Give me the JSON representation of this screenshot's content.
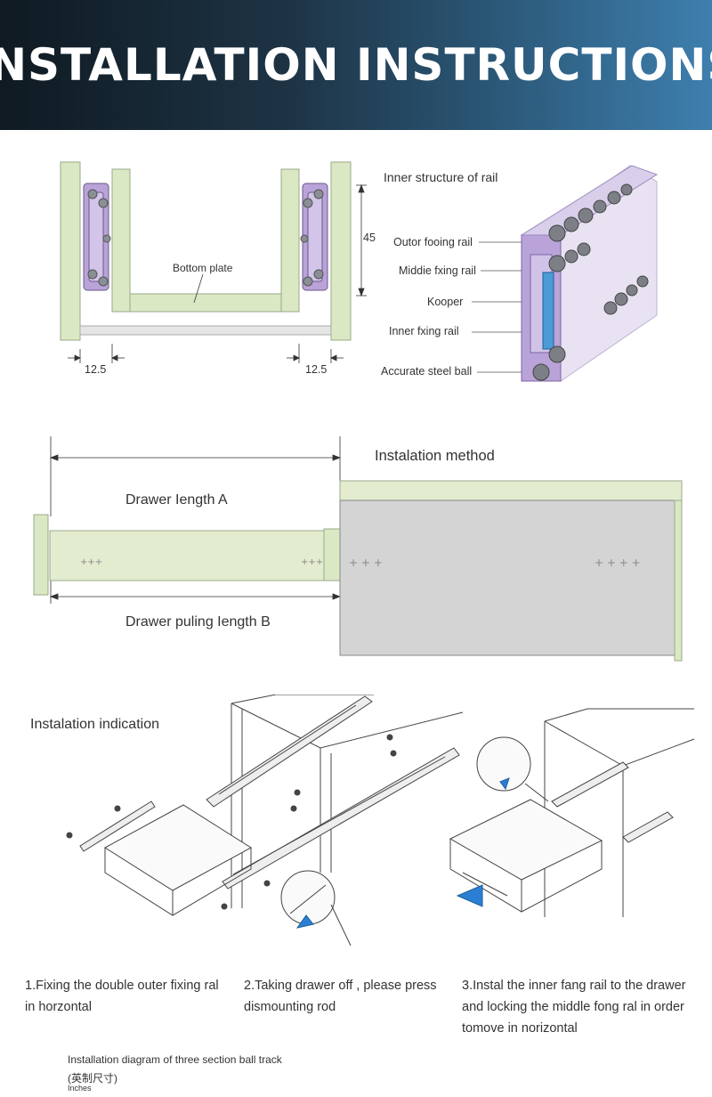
{
  "header": {
    "title": "INSTALLATION INSTRUCTIONS"
  },
  "section1": {
    "bottom_plate": "Bottom plate",
    "dim_height": "45",
    "dim_left": "12.5",
    "dim_right": "12.5",
    "inner_structure_title": "Inner structure of rail",
    "parts": [
      {
        "label": "Outor fooing rail"
      },
      {
        "label": "Middie fxing rail"
      },
      {
        "label": "Kooper"
      },
      {
        "label": "Inner fxing rail"
      },
      {
        "label": "Accurate steel ball"
      }
    ]
  },
  "section2": {
    "method_title": "Instalation method",
    "drawer_length": "Drawer Iength A",
    "drawer_pulling": "Drawer puling Iength B"
  },
  "section3": {
    "indication_title": "Instalation indication",
    "steps": [
      "1.Fixing the double outer fixing ral in horzontal",
      "2.Taking drawer off , please press dismounting rod",
      "3.Instal the inner fang rail to the drawer and locking the middle fong ral in order tomove in norizontal"
    ]
  },
  "footer": {
    "caption": "Installation diagram of three section ball track",
    "caption_cn": "(英制尺寸)",
    "caption_unit": "Inches"
  },
  "colors": {
    "green": "#dbe8c4",
    "purple": "#b9a3d8",
    "steel": "#9aa0a6"
  }
}
